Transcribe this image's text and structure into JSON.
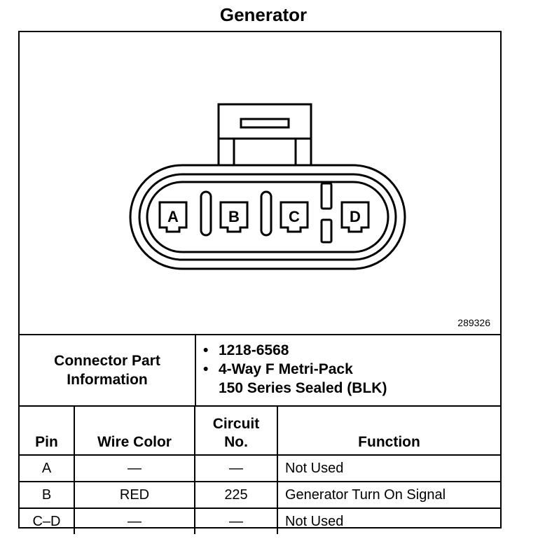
{
  "title": "Generator",
  "figure_number": "289326",
  "connector": {
    "pins": [
      "A",
      "B",
      "C",
      "D"
    ]
  },
  "connector_info": {
    "label_line1": "Connector Part",
    "label_line2": "Information",
    "bullet": "•",
    "part_number": "1218-6568",
    "description_line1": "4-Way F Metri-Pack",
    "description_line2": "150 Series Sealed (BLK)"
  },
  "table": {
    "headers": {
      "pin": "Pin",
      "wire_color": "Wire Color",
      "circuit_line1": "Circuit",
      "circuit_line2": "No.",
      "function": "Function"
    },
    "rows": [
      {
        "pin": "A",
        "wire_color": "—",
        "circuit": "—",
        "function": "Not Used"
      },
      {
        "pin": "B",
        "wire_color": "RED",
        "circuit": "225",
        "function": "Generator Turn On Signal"
      },
      {
        "pin": "C–D",
        "wire_color": "—",
        "circuit": "—",
        "function": "Not Used"
      }
    ]
  }
}
